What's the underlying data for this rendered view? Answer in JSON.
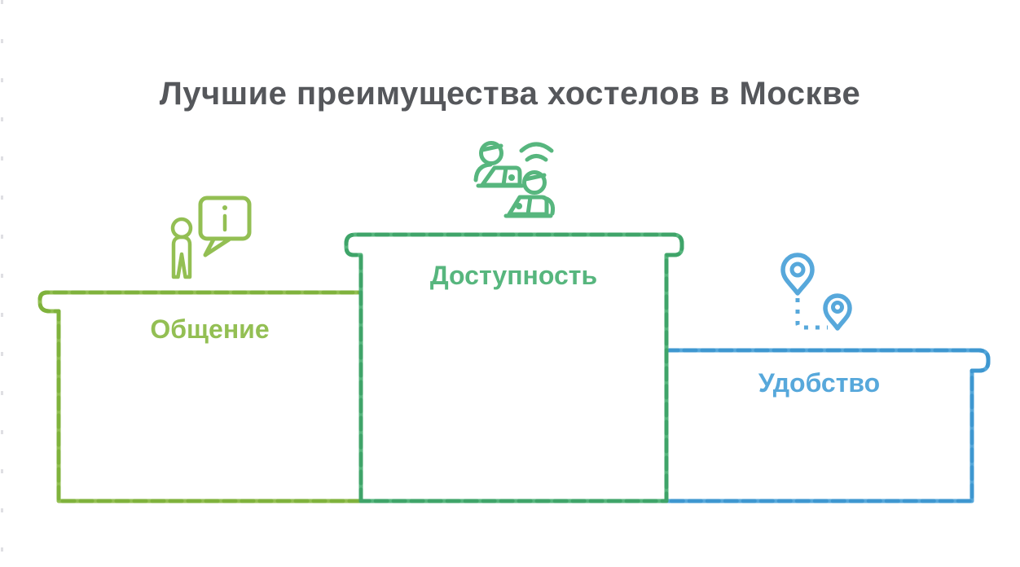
{
  "title": {
    "text": "Лучшие преимущества хостелов в Москве"
  },
  "podiums": [
    {
      "id": "communication",
      "label": "Общение",
      "height_rank": 2,
      "color": "#93bf53",
      "icon": "person-info"
    },
    {
      "id": "accessibility",
      "label": "Доступность",
      "height_rank": 1,
      "color": "#57b67e",
      "icon": "people-laptops-wifi"
    },
    {
      "id": "convenience",
      "label": "Удобство",
      "height_rank": 3,
      "color": "#57a8db",
      "icon": "map-pins-route"
    }
  ],
  "colors": {
    "olive": "#93bf53",
    "olive-dark": "#7fb23c",
    "green": "#57b67e",
    "green-dark": "#3fa469",
    "blue": "#57a8db",
    "blue-dark": "#3e97d0",
    "title": "#55575b",
    "edge-dot": "#dfdfe3"
  }
}
